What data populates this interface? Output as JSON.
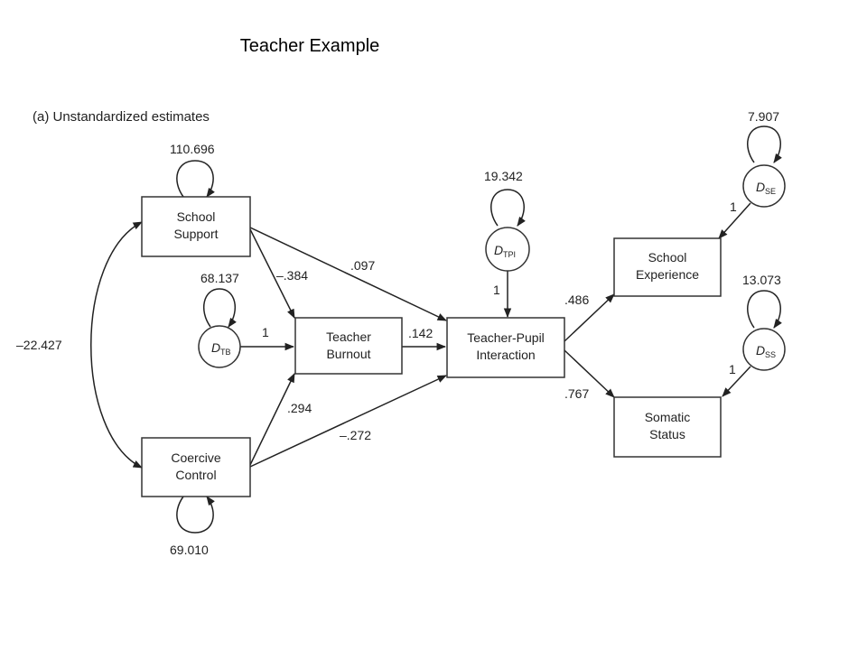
{
  "slide_title": "Teacher Example",
  "panel_label": "(a)  Unstandardized estimates",
  "nodes": {
    "school_support": [
      "School",
      "Support"
    ],
    "coercive_control": [
      "Coercive",
      "Control"
    ],
    "teacher_burnout": [
      "Teacher",
      "Burnout"
    ],
    "teacher_pupil": [
      "Teacher-Pupil",
      "Interaction"
    ],
    "school_experience": [
      "School",
      "Experience"
    ],
    "somatic_status": [
      "Somatic",
      "Status"
    ]
  },
  "disturbances": {
    "tb": {
      "main": "D",
      "sub": "TB"
    },
    "tpi": {
      "main": "D",
      "sub": "TPI"
    },
    "se": {
      "main": "D",
      "sub": "SE"
    },
    "ss": {
      "main": "D",
      "sub": "SS"
    }
  },
  "variances": {
    "school_support": "110.696",
    "coercive_control": "69.010",
    "d_tb": "68.137",
    "d_tpi": "19.342",
    "d_se": "7.907",
    "d_ss": "13.073"
  },
  "paths": {
    "covariance": "–22.427",
    "ss_to_tpi": ".097",
    "ss_to_tb": "–.384",
    "cc_to_tb": ".294",
    "cc_to_tpi": "–.272",
    "tb_to_tpi": ".142",
    "tpi_to_se": ".486",
    "tpi_to_ss": ".767",
    "d_tb": "1",
    "d_tpi": "1",
    "d_se": "1",
    "d_ss": "1"
  }
}
